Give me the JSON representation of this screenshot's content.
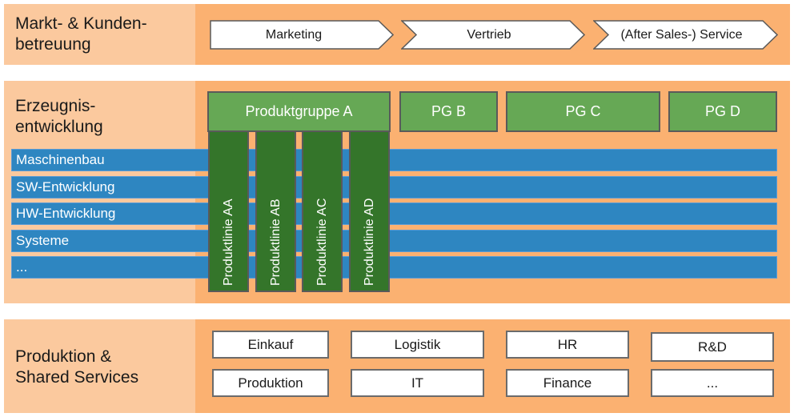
{
  "colors": {
    "band_label_bg": "#fbc99e",
    "band_content_bg": "#fbb171",
    "product_group": "#66a855",
    "product_line": "#34752a",
    "discipline": "#2e86c1"
  },
  "market": {
    "title": "Markt- & Kunden-\nbetreuung",
    "chevrons": [
      "Marketing",
      "Vertrieb",
      "(After Sales-) Service"
    ]
  },
  "development": {
    "title": "Erzeugnis-\nentwicklung",
    "product_groups": [
      "Produktgruppe A",
      "PG B",
      "PG C",
      "PG D"
    ],
    "disciplines": [
      "Maschinenbau",
      "SW-Entwicklung",
      "HW-Entwicklung",
      "Systeme",
      "..."
    ],
    "product_lines": [
      "Produktlinie AA",
      "Produktlinie AB",
      "Produktlinie AC",
      "Produktlinie AD"
    ]
  },
  "services": {
    "title": "Produktion &\nShared Services",
    "row1": [
      "Einkauf",
      "Logistik",
      "HR",
      "R&D"
    ],
    "row2": [
      "Produktion",
      "IT",
      "Finance",
      "..."
    ]
  }
}
